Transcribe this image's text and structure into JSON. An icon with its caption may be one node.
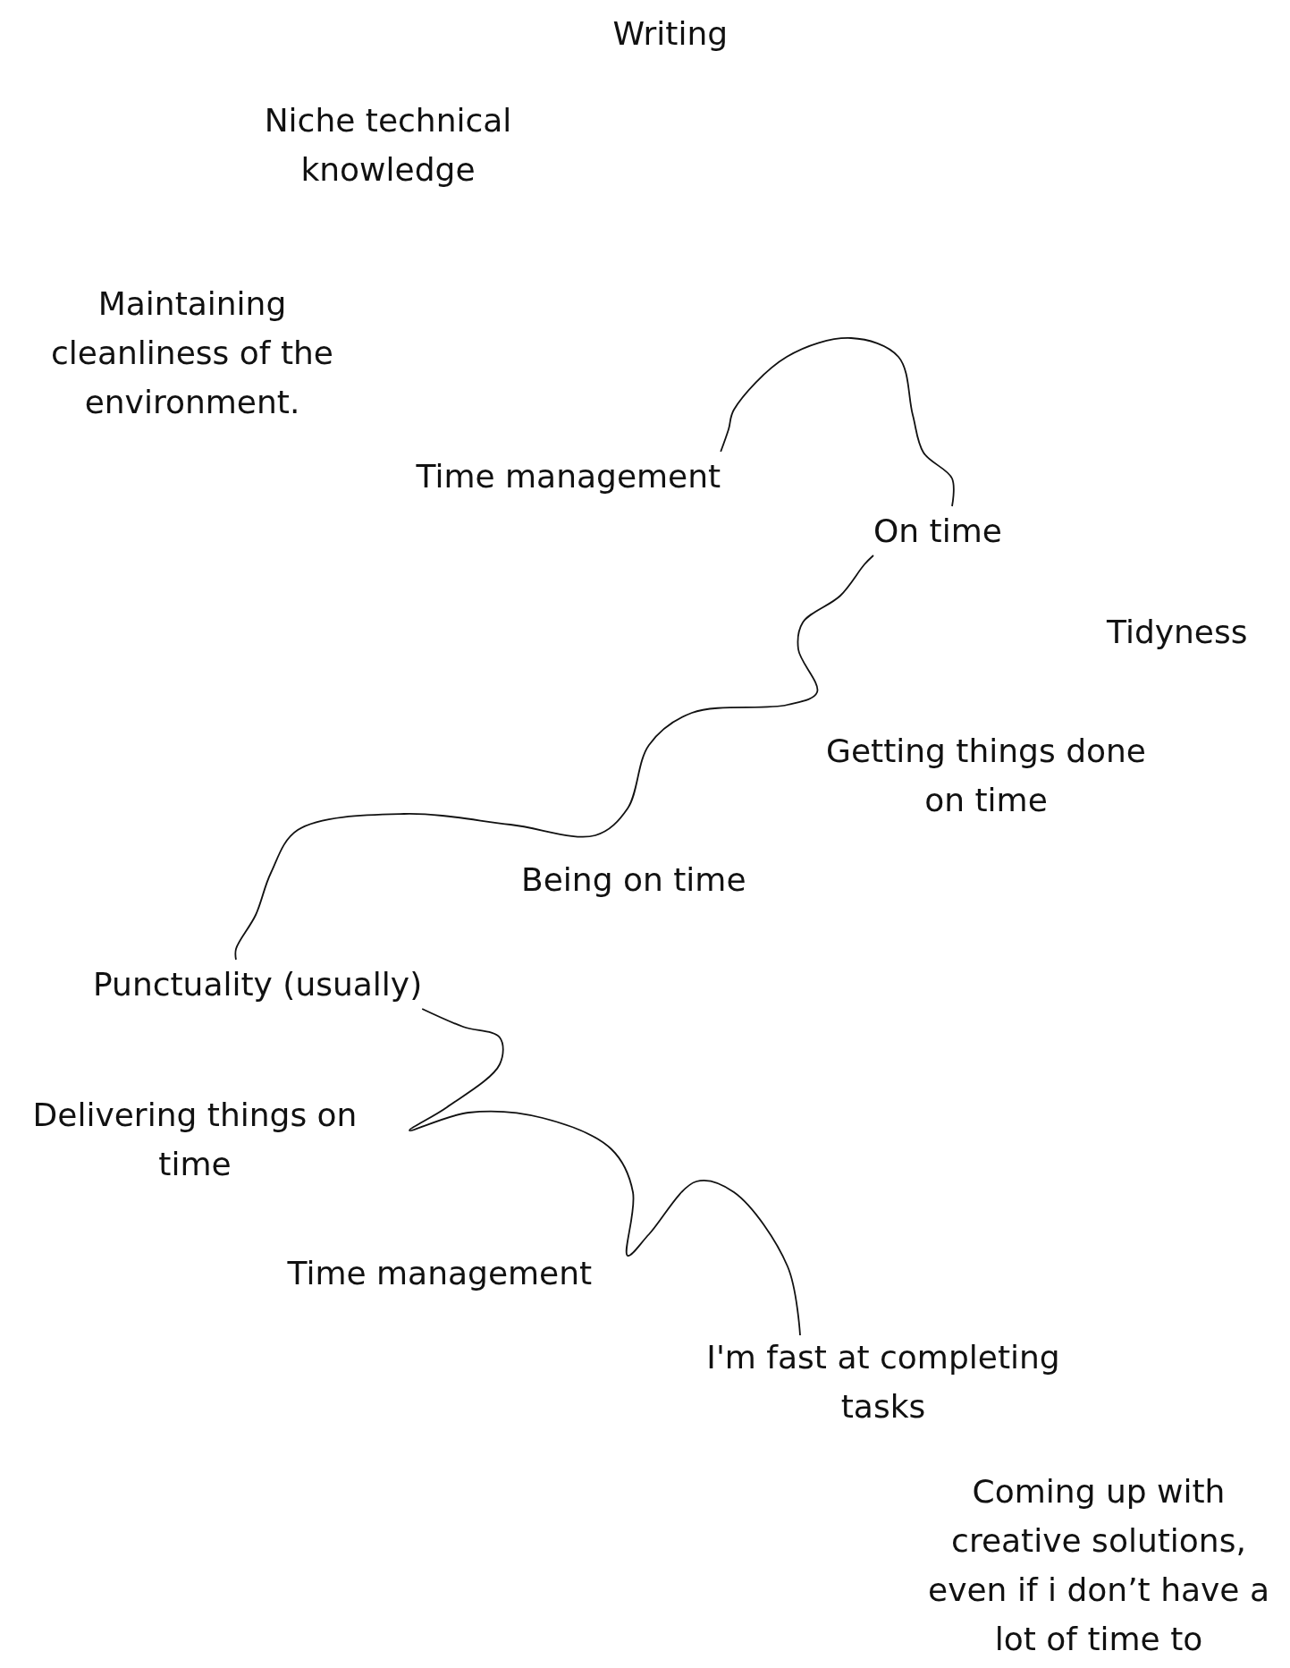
{
  "diagram": {
    "nodes": [
      {
        "text": [
          "Writing"
        ]
      },
      {
        "text": [
          "Niche technical knowledge"
        ]
      },
      {
        "text": [
          "Maintaining cleanliness of the environment."
        ]
      },
      {
        "text": [
          "Time management"
        ]
      },
      {
        "text": [
          "On time"
        ]
      },
      {
        "text": [
          "Tidyness"
        ]
      },
      {
        "text": [
          "Getting things done on time"
        ]
      },
      {
        "text": [
          "Being on time"
        ]
      },
      {
        "text": [
          "Punctuality (usually)"
        ]
      },
      {
        "text": [
          "Delivering things on time"
        ]
      },
      {
        "text": [
          "Time management"
        ]
      },
      {
        "text": [
          "I'm fast at completing tasks"
        ]
      },
      {
        "text": [
          "Coming up with creative solutions, even if i don’t have a lot of time to"
        ]
      }
    ],
    "edges": [
      {
        "from": 3,
        "to": 4,
        "arrow": "none"
      },
      {
        "from": 4,
        "to": 8,
        "arrow": "none"
      },
      {
        "from": 8,
        "to": 11,
        "arrow": "none"
      }
    ]
  }
}
